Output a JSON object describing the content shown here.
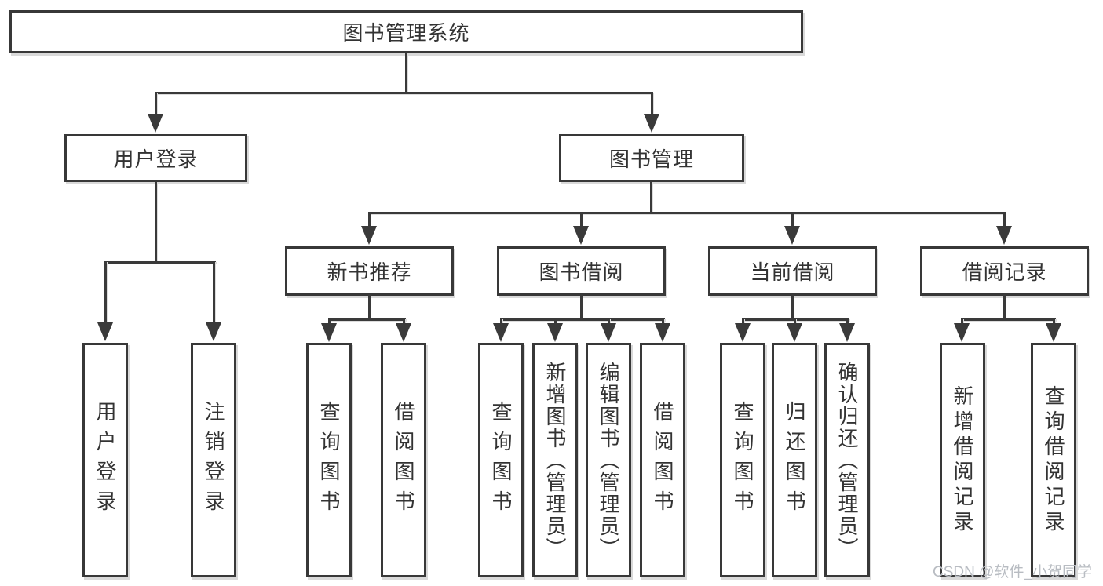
{
  "diagram": {
    "title_node": "图书管理系统",
    "level2": [
      "用户登录",
      "图书管理"
    ],
    "level3": [
      "新书推荐",
      "图书借阅",
      "当前借阅",
      "借阅记录"
    ],
    "leaf_groups": [
      {
        "parent": "用户登录",
        "items": [
          "用户登录",
          "注销登录"
        ]
      },
      {
        "parent": "新书推荐",
        "items": [
          "查询图书",
          "借阅图书"
        ]
      },
      {
        "parent": "图书借阅",
        "items": [
          "查询图书",
          "新增图书（管理员）",
          "编辑图书（管理员）",
          "借阅图书"
        ]
      },
      {
        "parent": "当前借阅",
        "items": [
          "查询图书",
          "归还图书",
          "确认归还（管理员）"
        ]
      },
      {
        "parent": "借阅记录",
        "items": [
          "新增借阅记录",
          "查询借阅记录"
        ]
      }
    ],
    "colors": {
      "line": "#3a3a3a",
      "box_border": "#383838",
      "box_fill": "#ffffff",
      "text": "#333333",
      "background": "#ffffff"
    }
  },
  "watermark": {
    "text": "CSDN @软件_小贺同学",
    "color": "#b8bcc2"
  }
}
